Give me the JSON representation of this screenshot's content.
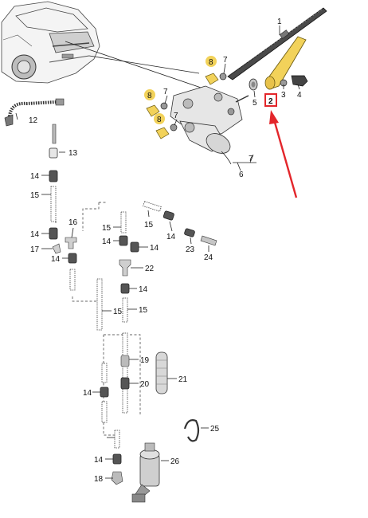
{
  "diagram": {
    "highlight_color": "#f2d25a",
    "arrow_color": "#e3262b",
    "selected_box_color": "#e3262b",
    "callouts": {
      "c1": "1",
      "c2": "2",
      "c3": "3",
      "c4": "4",
      "c5": "5",
      "c6": "6",
      "c7a": "7",
      "c7b": "7",
      "c7c": "7",
      "c7d": "7",
      "c8a": "8",
      "c8b": "8",
      "c8c": "8",
      "c12": "12",
      "c13": "13",
      "c14a": "14",
      "c14b": "14",
      "c14c": "14",
      "c14d": "14",
      "c14e": "14",
      "c14f": "14",
      "c14g": "14",
      "c14h": "14",
      "c14i": "14",
      "c15a": "15",
      "c15b": "15",
      "c15c": "15",
      "c15d": "15",
      "c15e": "15",
      "c16": "16",
      "c17": "17",
      "c18": "18",
      "c19": "19",
      "c20": "20",
      "c21": "21",
      "c22": "22",
      "c23": "23",
      "c24": "24",
      "c25": "25",
      "c26": "26"
    }
  }
}
